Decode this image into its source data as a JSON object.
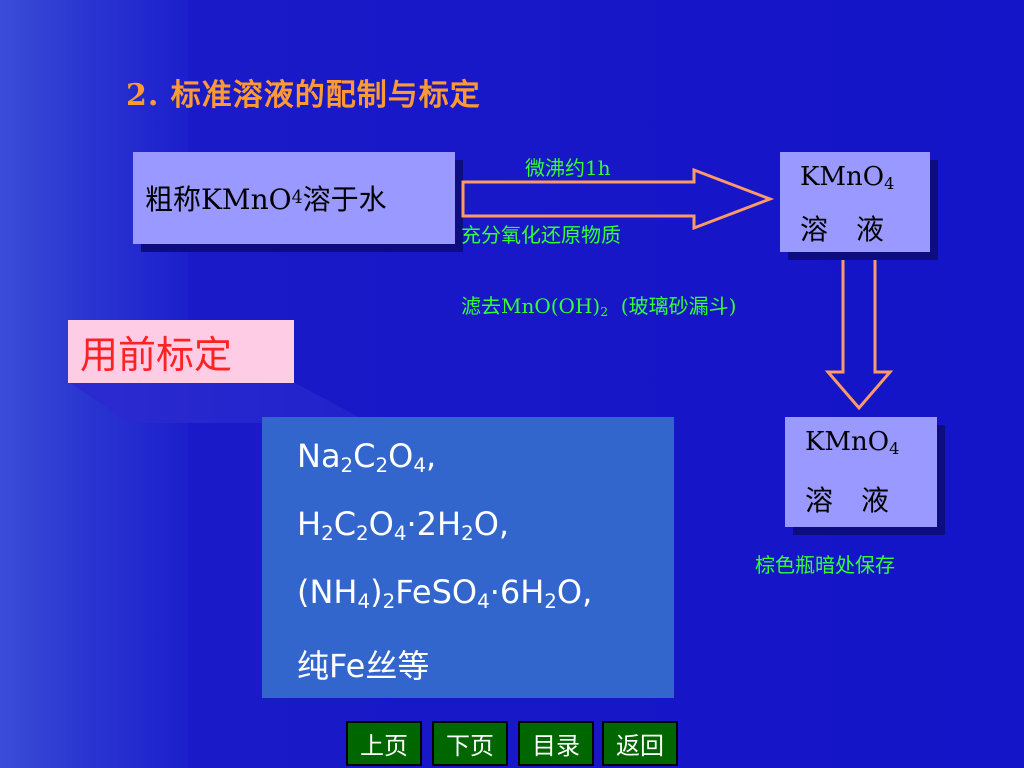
{
  "title": "2. 标准溶液的配制与标定",
  "dissolve_box": {
    "pre": "粗称KMnO",
    "sub": "4",
    "post": "溶于水"
  },
  "arrow_top_label": "微沸约1h",
  "arrow_bottom_label": "充分氧化还原物质",
  "solution_box_1": {
    "formula": "KMnO",
    "sub": "4",
    "label": "溶　液"
  },
  "filter_label": {
    "pre": "滤去MnO(OH)",
    "sub": "2",
    "post": "  (玻璃砂漏斗)"
  },
  "solution_box_2": {
    "formula": "KMnO",
    "sub": "4",
    "label": "溶　液"
  },
  "storage_note": "棕色瓶暗处保存",
  "usage_tag": "用前标定",
  "standards": {
    "line1": [
      {
        "t": "Na"
      },
      {
        "s": "2"
      },
      {
        "t": "C"
      },
      {
        "s": "2"
      },
      {
        "t": "O"
      },
      {
        "s": "4"
      },
      {
        "t": ","
      }
    ],
    "line2": [
      {
        "t": "H"
      },
      {
        "s": "2"
      },
      {
        "t": "C"
      },
      {
        "s": "2"
      },
      {
        "t": "O"
      },
      {
        "s": "4"
      },
      {
        "t": "·2H"
      },
      {
        "s": "2"
      },
      {
        "t": "O,"
      }
    ],
    "line3": [
      {
        "t": "(NH"
      },
      {
        "s": "4"
      },
      {
        "t": ")"
      },
      {
        "s": "2"
      },
      {
        "t": "FeSO"
      },
      {
        "s": "4"
      },
      {
        "t": "·6H"
      },
      {
        "s": "2"
      },
      {
        "t": "O,"
      }
    ],
    "line4": [
      {
        "t": "纯Fe丝等"
      }
    ]
  },
  "nav": {
    "prev": "上页",
    "next": "下页",
    "toc": "目录",
    "back": "返回"
  },
  "colors": {
    "background": "#1515cc",
    "title": "#ff9933",
    "box": "#9999ff",
    "arrow": "#ff9966",
    "green_text": "#33ff33",
    "std_box": "#3366cc",
    "nav_button": "#006600"
  }
}
